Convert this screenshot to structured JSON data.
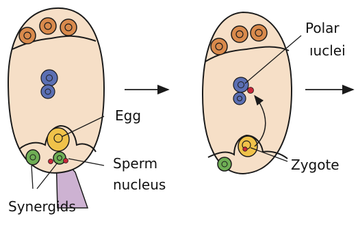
{
  "labels": {
    "egg": "Egg",
    "sperm_line1": "Sperm",
    "sperm_line2": "nucleus",
    "synergids": "Synergids",
    "polar_line1": "Polar",
    "polar_line2": "ıuclei",
    "zygote": "Zygote"
  },
  "colors": {
    "sac_fill": "#f6dfc7",
    "antipodal": "#d98a4c",
    "polar": "#5b6fb3",
    "egg": "#f0c24a",
    "synergid": "#6fae55",
    "sperm": "#c8283a",
    "pollen_tube": "#cdb2d2",
    "outline": "#1a1a1a"
  },
  "icons": {
    "stage_arrow_1": "right-arrow-icon",
    "stage_arrow_2": "right-arrow-icon"
  }
}
